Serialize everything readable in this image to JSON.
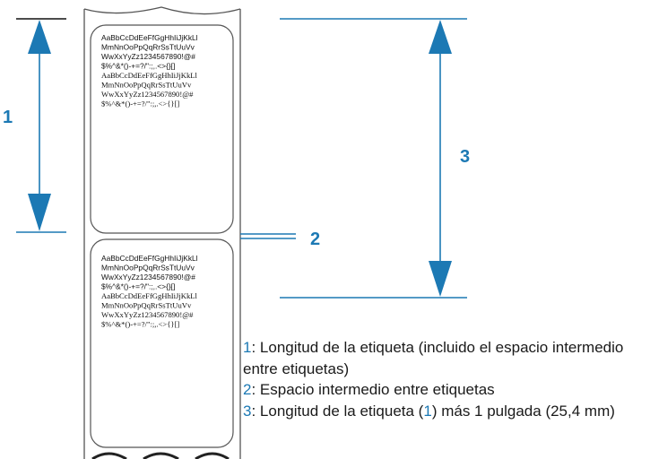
{
  "callouts": {
    "one": "1",
    "two": "2",
    "three": "3"
  },
  "label_sample": {
    "lines": [
      "AaBbCcDdEeFfGgHhIiJjKkLl",
      "MmNnOoPpQqRrSsTtUuVv",
      "WwXxYyZz1234567890!@#",
      "$%^&*()-+=?/\":;,.<>{}[]",
      "AaBbCcDdEeFfGgHhIiJjKkLl",
      "MmNnOoPpQqRrSsTtUuVv",
      "WwXxYyZz1234567890!@#",
      "$%^&*()-+=?/\":;,.<>{}[]"
    ]
  },
  "legend": {
    "item1_num": "1",
    "item1_text": ": Longitud de la etiqueta (incluido el espacio intermedio entre etiquetas)",
    "item2_num": "2",
    "item2_text": ": Espacio intermedio entre etiquetas",
    "item3_num": "3",
    "item3_text_a": ": Longitud de la etiqueta (",
    "item3_ref": "1",
    "item3_text_b": ") más 1 pulgada (25,4 mm)"
  },
  "colors": {
    "accent": "#1c79b4",
    "outline": "#555555"
  }
}
